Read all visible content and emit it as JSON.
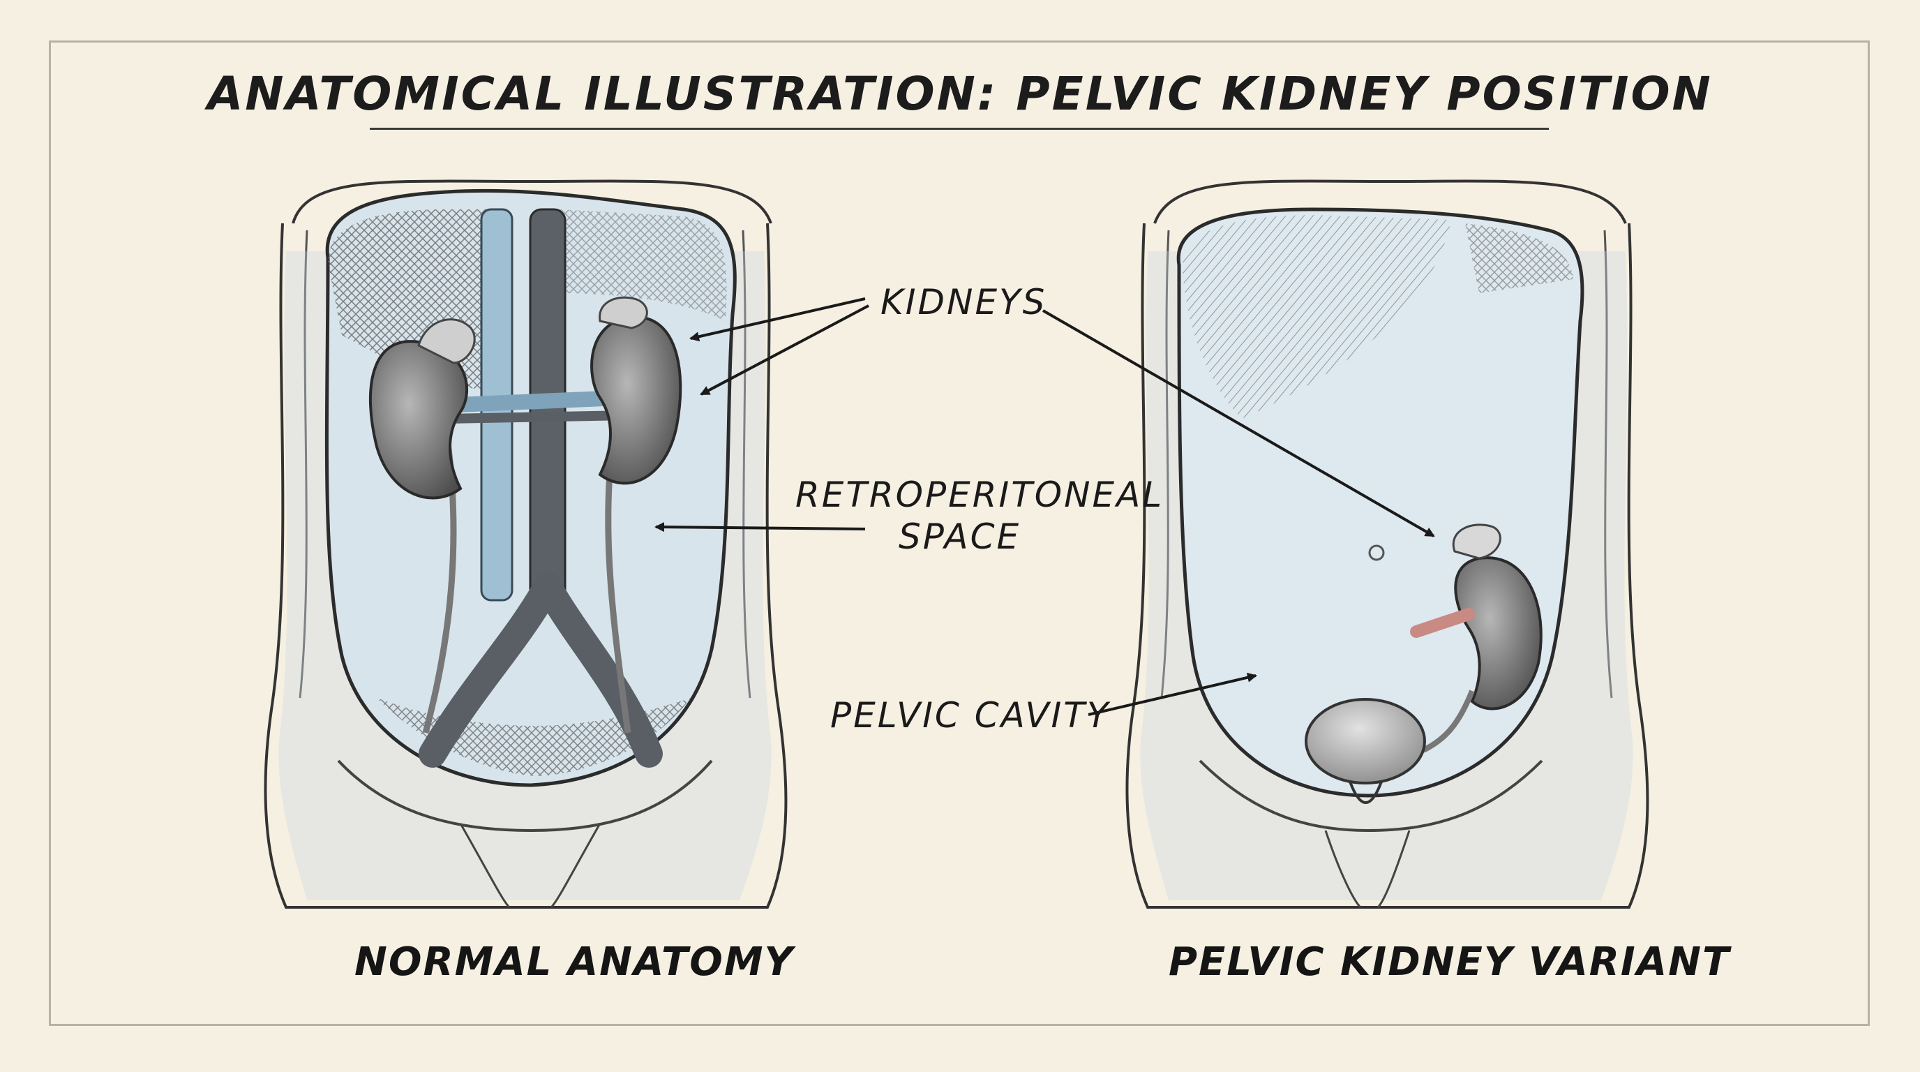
{
  "title": "ANATOMICAL ILLUSTRATION: PELVIC KIDNEY POSITION",
  "labels": {
    "kidneys": "KIDNEYS",
    "retroperitoneal_line1": "RETROPERITONEAL",
    "retroperitoneal_line2": "SPACE",
    "pelvic_cavity": "PELVIC CAVITY"
  },
  "captions": {
    "left": "NORMAL ANATOMY",
    "right": "PELVIC KIDNEY VARIANT"
  },
  "colors": {
    "paper": "#f6f0e2",
    "ink": "#1c1c1c",
    "wash_blue": "#c9d8e2",
    "kidney_gray": "#6b6b6b",
    "vessel_gray": "#5a5f66",
    "artery_pink": "#c98a84"
  }
}
